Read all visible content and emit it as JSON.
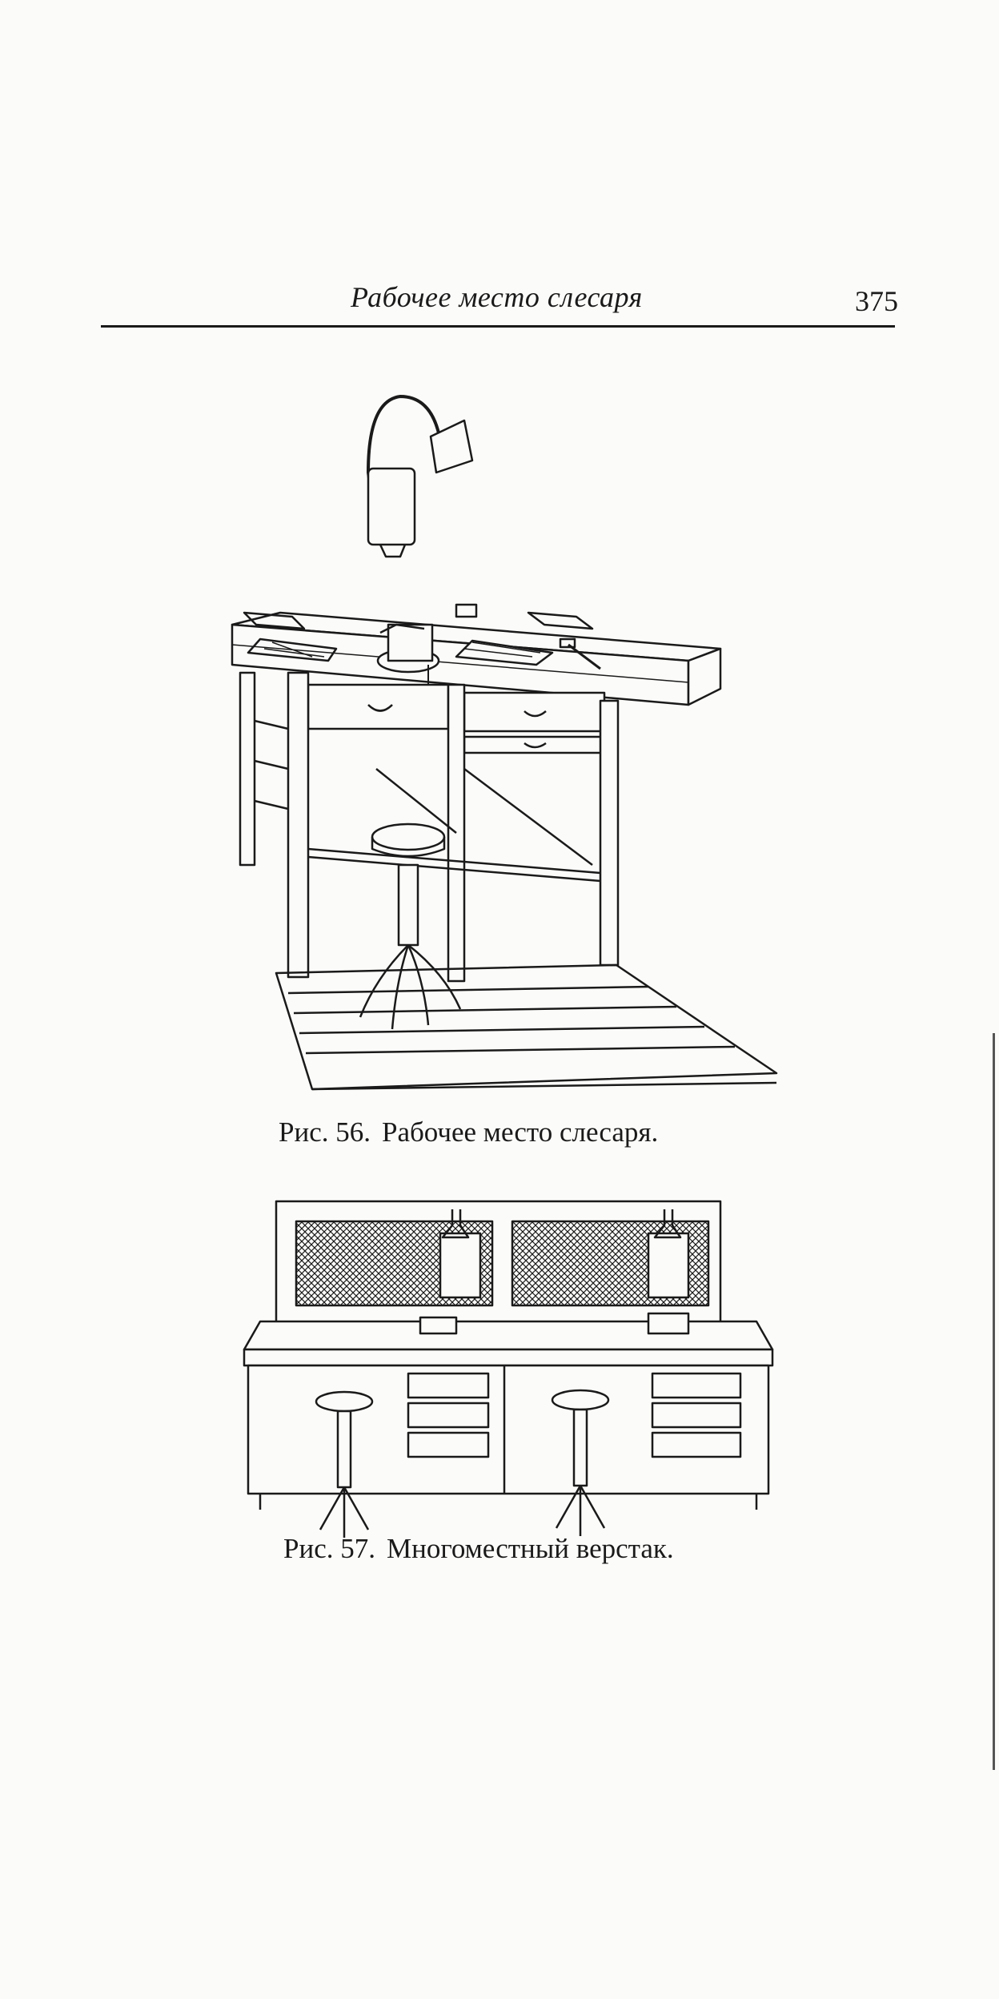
{
  "header": {
    "title": "Рабочее место слесаря",
    "page_number": "375"
  },
  "figures": [
    {
      "label": "Рис. 56.",
      "caption": "Рабочее место слесаря."
    },
    {
      "label": "Рис. 57.",
      "caption": "Многоместный верстак."
    }
  ]
}
